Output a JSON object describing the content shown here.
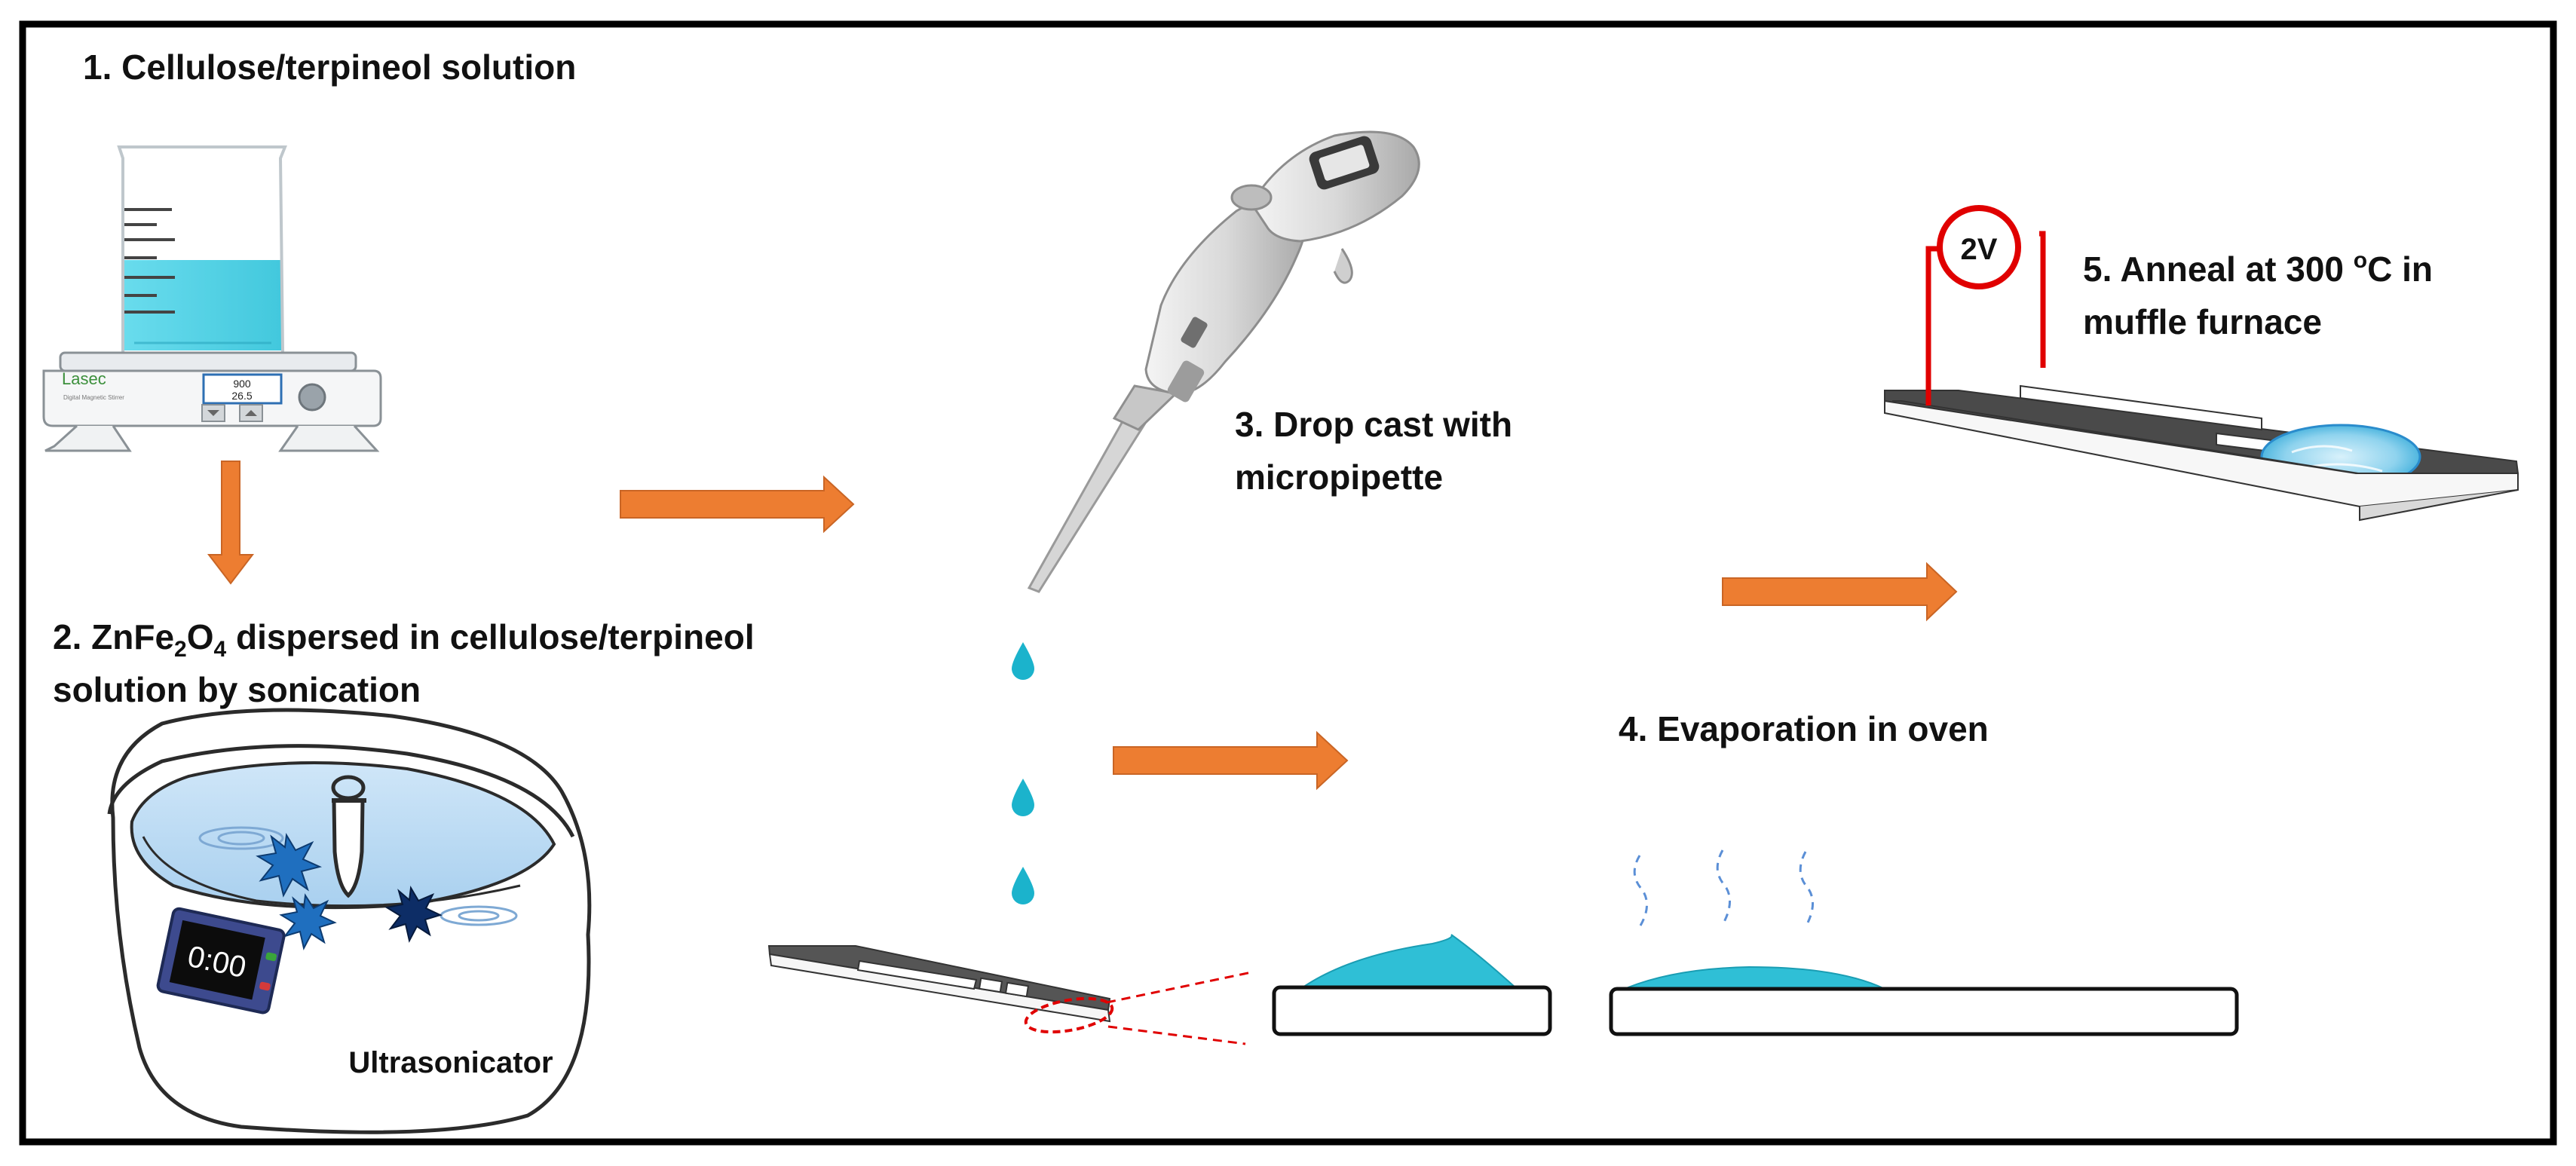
{
  "steps": {
    "step1": {
      "text": "1. Cellulose/terpineol solution"
    },
    "step2": {
      "line1_prefix": "2. ZnFe",
      "sub_fe": "2",
      "o": "O",
      "sub_o": "4",
      "line1_suffix": " dispersed in cellulose/terpineol",
      "line2": "solution by sonication"
    },
    "step3": {
      "line1": "3. Drop cast with",
      "line2": "micropipette"
    },
    "step4": {
      "text": "4. Evaporation in oven"
    },
    "step5": {
      "line1_prefix": "5. Anneal at 300 ",
      "sup": "o",
      "line1_suffix": "C in",
      "line2": "muffle furnace"
    }
  },
  "equipment": {
    "stirrer_brand": "Lasec",
    "stirrer_caption": "Digital Magnetic Stirrer",
    "stirrer_display_top": "900",
    "stirrer_display_bottom": "26.5",
    "sonicator_timer": "0:00",
    "sonicator_label": "Ultrasonicator",
    "voltage": "2V"
  },
  "colors": {
    "arrow": "#ED7D31",
    "liquid": "#33C5D9",
    "droplet": "#1BB3CC",
    "circuit": "#E00000",
    "magnify_lines": "#E00000",
    "border": "#000000"
  }
}
